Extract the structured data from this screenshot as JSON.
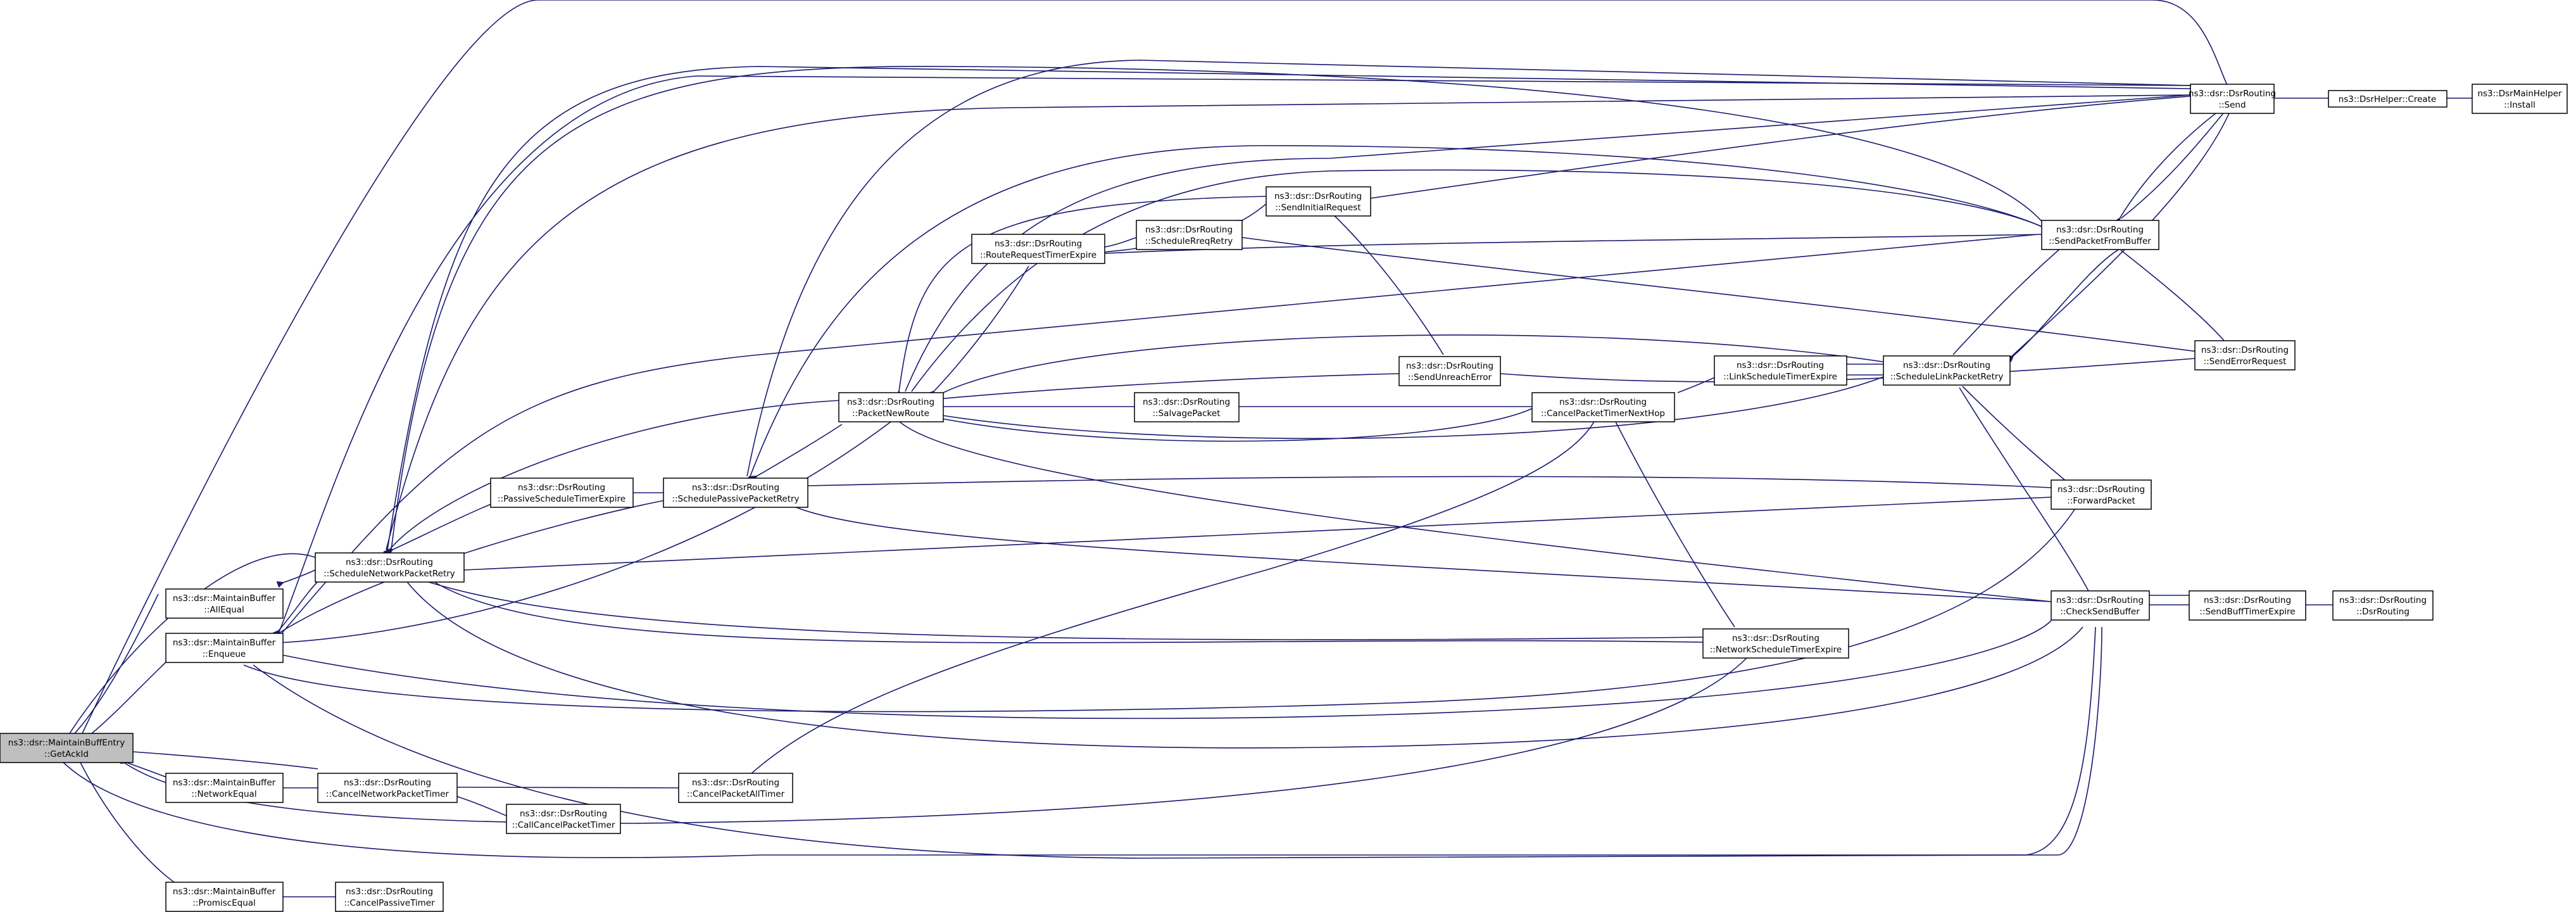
{
  "colors": {
    "edge": "#191970",
    "node_border": "#000000",
    "root_fill": "#bfbfbf",
    "node_fill": "#ffffff"
  },
  "nodes": [
    {
      "id": "getackid",
      "l1": "ns3::dsr::MaintainBuffEntry",
      "l2": "::GetAckId",
      "root": true
    },
    {
      "id": "allequal",
      "l1": "ns3::dsr::MaintainBuffer",
      "l2": "::AllEqual"
    },
    {
      "id": "enqueue",
      "l1": "ns3::dsr::MaintainBuffer",
      "l2": "::Enqueue"
    },
    {
      "id": "networkequal",
      "l1": "ns3::dsr::MaintainBuffer",
      "l2": "::NetworkEqual"
    },
    {
      "id": "promiscequal",
      "l1": "ns3::dsr::MaintainBuffer",
      "l2": "::PromiscEqual"
    },
    {
      "id": "schednetretry",
      "l1": "ns3::dsr::DsrRouting",
      "l2": "::ScheduleNetworkPacketRetry"
    },
    {
      "id": "cancelnettimer",
      "l1": "ns3::dsr::DsrRouting",
      "l2": "::CancelNetworkPacketTimer"
    },
    {
      "id": "cancelpassive",
      "l1": "ns3::dsr::DsrRouting",
      "l2": "::CancelPassiveTimer"
    },
    {
      "id": "passiveexpire",
      "l1": "ns3::dsr::DsrRouting",
      "l2": "::PassiveScheduleTimerExpire"
    },
    {
      "id": "callcancel",
      "l1": "ns3::dsr::DsrRouting",
      "l2": "::CallCancelPacketTimer"
    },
    {
      "id": "schedpassretry",
      "l1": "ns3::dsr::DsrRouting",
      "l2": "::SchedulePassivePacketRetry"
    },
    {
      "id": "cancelall",
      "l1": "ns3::dsr::DsrRouting",
      "l2": "::CancelPacketAllTimer"
    },
    {
      "id": "packetnewroute",
      "l1": "ns3::dsr::DsrRouting",
      "l2": "::PacketNewRoute"
    },
    {
      "id": "rreqexpire",
      "l1": "ns3::dsr::DsrRouting",
      "l2": "::RouteRequestTimerExpire"
    },
    {
      "id": "schedreqretry",
      "l1": "ns3::dsr::DsrRouting",
      "l2": "::ScheduleRreqRetry"
    },
    {
      "id": "sendinitreq",
      "l1": "ns3::dsr::DsrRouting",
      "l2": "::SendInitialRequest"
    },
    {
      "id": "salvage",
      "l1": "ns3::dsr::DsrRouting",
      "l2": "::SalvagePacket"
    },
    {
      "id": "sendunreach",
      "l1": "ns3::dsr::DsrRouting",
      "l2": "::SendUnreachError"
    },
    {
      "id": "cancelnexthop",
      "l1": "ns3::dsr::DsrRouting",
      "l2": "::CancelPacketTimerNextHop"
    },
    {
      "id": "netschedexpire",
      "l1": "ns3::dsr::DsrRouting",
      "l2": "::NetworkScheduleTimerExpire"
    },
    {
      "id": "linkexpire",
      "l1": "ns3::dsr::DsrRouting",
      "l2": "::LinkScheduleTimerExpire"
    },
    {
      "id": "schedlinkretry",
      "l1": "ns3::dsr::DsrRouting",
      "l2": "::ScheduleLinkPacketRetry"
    },
    {
      "id": "sendfrombuffer",
      "l1": "ns3::dsr::DsrRouting",
      "l2": "::SendPacketFromBuffer"
    },
    {
      "id": "forward",
      "l1": "ns3::dsr::DsrRouting",
      "l2": "::ForwardPacket"
    },
    {
      "id": "checksend",
      "l1": "ns3::dsr::DsrRouting",
      "l2": "::CheckSendBuffer"
    },
    {
      "id": "send",
      "l1": "ns3::dsr::DsrRouting",
      "l2": "::Send"
    },
    {
      "id": "senderrreq",
      "l1": "ns3::dsr::DsrRouting",
      "l2": "::SendErrorRequest"
    },
    {
      "id": "sendbuffexpire",
      "l1": "ns3::dsr::DsrRouting",
      "l2": "::SendBuffTimerExpire"
    },
    {
      "id": "dsrrouting",
      "l1": "ns3::dsr::DsrRouting",
      "l2": "::DsrRouting"
    },
    {
      "id": "helpercreate",
      "l1": "ns3::DsrHelper::Create",
      "l2": ""
    },
    {
      "id": "mainhelper",
      "l1": "ns3::DsrMainHelper",
      "l2": "::Install"
    }
  ]
}
